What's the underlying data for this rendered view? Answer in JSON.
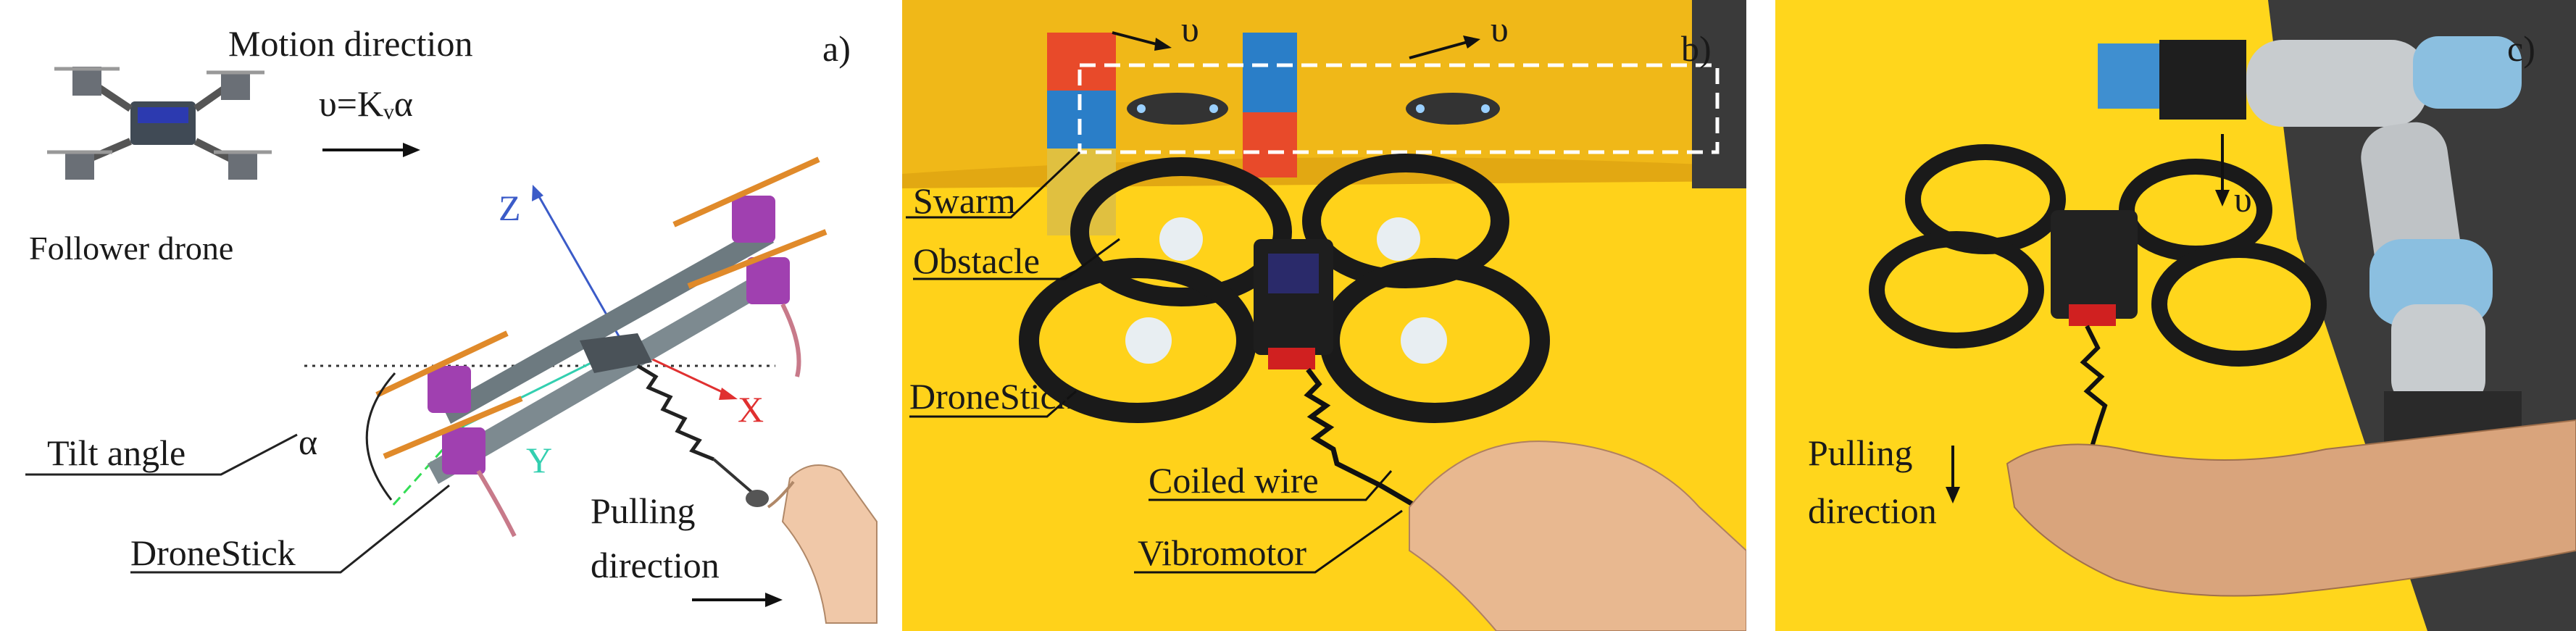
{
  "panel_a": {
    "letter": "a)",
    "motion_direction": "Motion direction",
    "velocity_equation": "υ=Kᵥα",
    "follower_drone": "Follower drone",
    "axis_z": "Z",
    "axis_x": "X",
    "axis_y": "Y",
    "alpha": "α",
    "tilt_angle": "Tilt angle",
    "dronestick": "DroneStick",
    "pulling": "Pulling",
    "direction": "direction"
  },
  "panel_b": {
    "letter": "b)",
    "upsilon_1": "υ",
    "upsilon_2": "υ",
    "swarm": "Swarm",
    "obstacle": "Obstacle",
    "dronestick": "DroneStick",
    "coiled_wire": "Coiled wire",
    "vibromotor": "Vibromotor"
  },
  "panel_c": {
    "letter": "c)",
    "upsilon": "υ",
    "pulling": "Pulling",
    "direction": "direction"
  },
  "colors": {
    "axis_z": "#3b5bc8",
    "axis_x": "#e03030",
    "axis_y": "#33cfb0",
    "drone_purple": "#a040b0",
    "propeller_orange": "#e08a2a",
    "stick_gray": "#7d8a90",
    "yellow_backdrop": "#f4c21a",
    "yellow_table": "#ffd21a",
    "red_block": "#e84a2a",
    "blue_block": "#2a7ec8",
    "gripper_blue": "#3f8fd0"
  }
}
